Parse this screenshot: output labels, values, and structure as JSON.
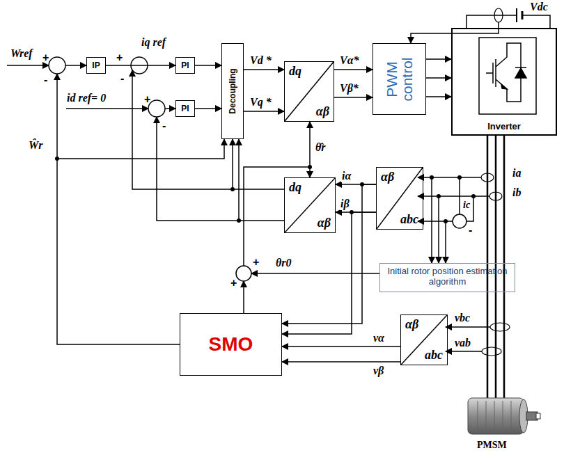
{
  "diagram": {
    "nodes": [
      {
        "text": [
          "IP"
        ]
      },
      {
        "text": [
          "PI"
        ]
      },
      {
        "text": [
          "PI"
        ]
      },
      {
        "text": [
          "Decoupling"
        ]
      },
      {
        "text": [
          "dq",
          "αβ"
        ]
      },
      {
        "text": [
          "PWM control"
        ]
      },
      {
        "text": [
          "Inverter"
        ]
      },
      {
        "text": [
          "dq",
          "αβ"
        ]
      },
      {
        "text": [
          "αβ",
          "abc"
        ]
      },
      {
        "text": [
          "Initial rotor position estimation algorithm"
        ]
      },
      {
        "text": [
          "SMO"
        ]
      },
      {
        "text": [
          "αβ",
          "abc"
        ]
      }
    ],
    "edges": [
      {
        "from": 0,
        "to": 1,
        "arrow": "to"
      },
      {
        "from": 1,
        "to": 3,
        "arrow": "to"
      },
      {
        "from": 2,
        "to": 3,
        "arrow": "to"
      },
      {
        "from": 3,
        "to": 4,
        "label": "Vd *",
        "arrow": "to"
      },
      {
        "from": 3,
        "to": 4,
        "label": "Vq *",
        "arrow": "to"
      },
      {
        "from": 4,
        "to": 5,
        "label": "Vα*",
        "arrow": "to"
      },
      {
        "from": 4,
        "to": 5,
        "label": "Vβ*",
        "arrow": "to"
      },
      {
        "from": 5,
        "to": 6,
        "arrow": "to"
      },
      {
        "from": 5,
        "to": 6,
        "arrow": "to"
      },
      {
        "from": 5,
        "to": 6,
        "arrow": "to"
      },
      {
        "from": 4,
        "to": 7,
        "arrow": "both"
      },
      {
        "from": 8,
        "to": 7,
        "label": "iα",
        "arrow": "to"
      },
      {
        "from": 8,
        "to": 7,
        "label": "iβ",
        "arrow": "to"
      },
      {
        "from": 8,
        "to": 10,
        "arrow": "to"
      },
      {
        "from": 8,
        "to": 10,
        "arrow": "to"
      },
      {
        "from": 11,
        "to": 10,
        "label": "vα",
        "arrow": "to"
      },
      {
        "from": 11,
        "to": 10,
        "label": "vβ",
        "arrow": "to"
      }
    ],
    "labels": [
      "Vdc",
      "Wref",
      "+",
      "-",
      "iq ref",
      "+",
      "-",
      "id ref= 0",
      "+",
      "-",
      "Ŵr",
      "θ̂r",
      "ia",
      "ib",
      "ic",
      "-",
      "θr0",
      "+",
      "+",
      "vbc",
      "vab",
      "PMSM"
    ]
  }
}
